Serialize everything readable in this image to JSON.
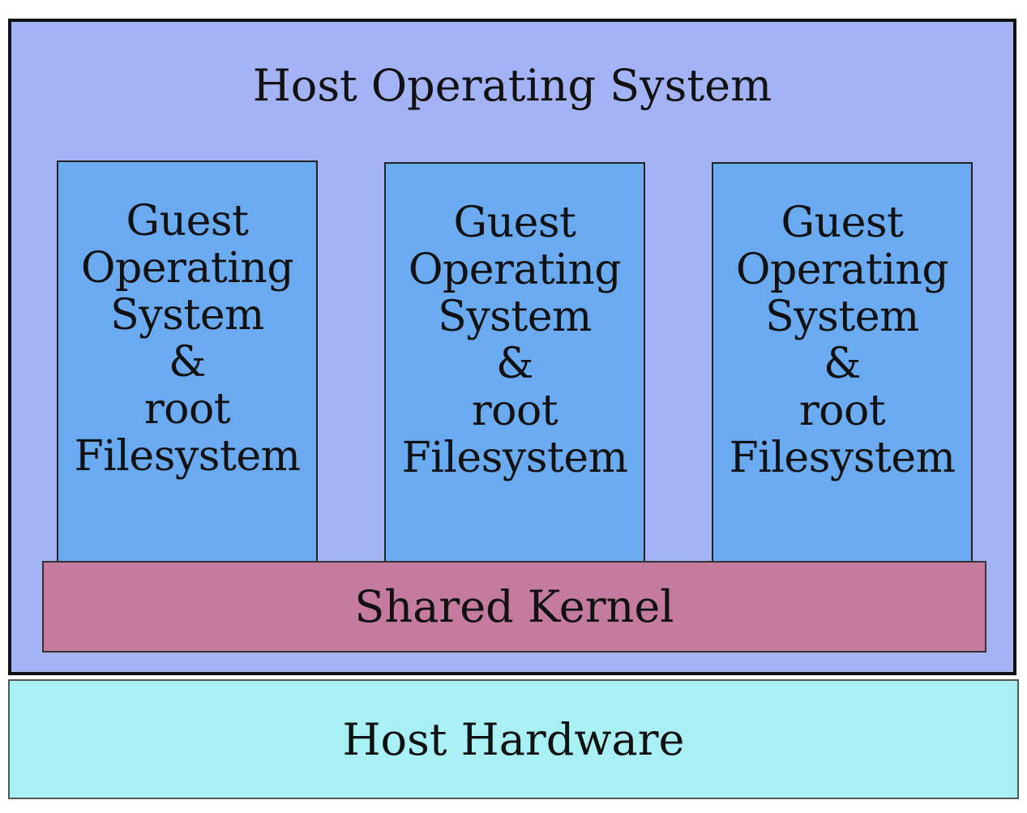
{
  "diagram": {
    "host_os": {
      "label": "Host Operating System",
      "color": "#a4b3f5"
    },
    "guests": [
      {
        "lines": [
          "Guest",
          "Operating",
          "System",
          "&",
          "root",
          "Filesystem"
        ],
        "color": "#6aaaf0"
      },
      {
        "lines": [
          "Guest",
          "Operating",
          "System",
          "&",
          "root",
          "Filesystem"
        ],
        "color": "#6aaaf0"
      },
      {
        "lines": [
          "Guest",
          "Operating",
          "System",
          "&",
          "root",
          "Filesystem"
        ],
        "color": "#6aaaf0"
      }
    ],
    "shared_kernel": {
      "label": "Shared Kernel",
      "color": "#c47b9e"
    },
    "host_hardware": {
      "label": "Host Hardware",
      "color": "#a8f0f4"
    }
  }
}
